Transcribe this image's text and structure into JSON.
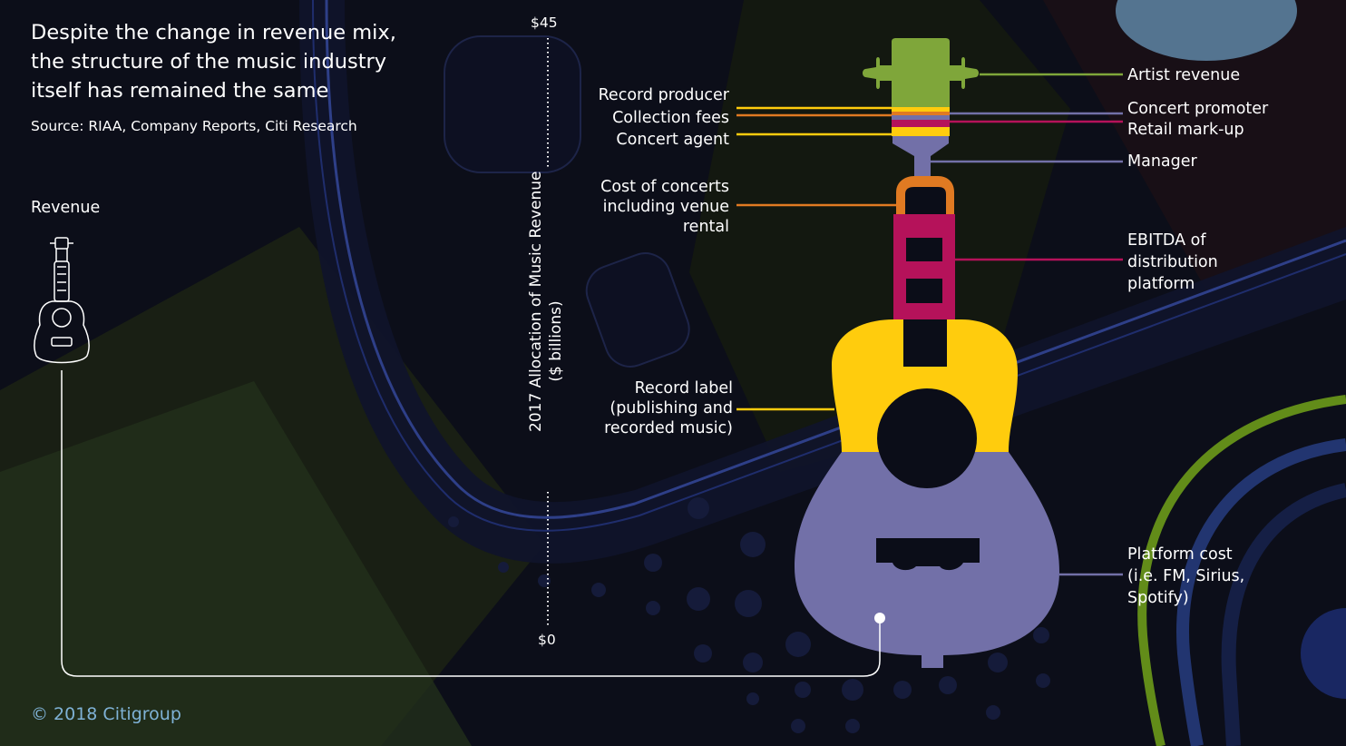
{
  "header": {
    "title_line1": "Despite the change in revenue mix,",
    "title_line2": "the structure of the music industry",
    "title_line3": "itself has remained the same",
    "source": "Source: RIAA, Company Reports, Citi Research"
  },
  "legend_label": "Revenue",
  "footer": {
    "copyright": "© 2018 Citigroup"
  },
  "chart_data": {
    "type": "guitar-stacked-breakdown",
    "ylabel_line1": "2017 Allocation of Music Revenue",
    "ylabel_line2": "($ billions)",
    "ylim": [
      0,
      45
    ],
    "ytick_top": "$45",
    "ytick_bottom": "$0",
    "segments_bottom_to_top": [
      {
        "name": "Platform cost",
        "label_lines": [
          "Platform cost",
          "(i.e. FM, Sirius,",
          "Spotify)"
        ],
        "color": "#7270a8",
        "side": "right"
      },
      {
        "name": "Record label",
        "label_lines": [
          "Record label",
          "(publishing and",
          "recorded music)"
        ],
        "color": "#ffcc0d",
        "side": "left"
      },
      {
        "name": "EBITDA of distribution platform",
        "label_lines": [
          "EBITDA of",
          "distribution",
          "platform"
        ],
        "color": "#b5125a",
        "side": "right"
      },
      {
        "name": "Cost of concerts including venue rental",
        "label_lines": [
          "Cost of concerts",
          "including venue",
          "rental"
        ],
        "color": "#e07a22",
        "side": "left"
      },
      {
        "name": "Manager",
        "label_lines": [
          "Manager"
        ],
        "color": "#7270a8",
        "side": "right"
      },
      {
        "name": "Concert agent",
        "label_lines": [
          "Concert agent"
        ],
        "color": "#ffcc0d",
        "side": "left"
      },
      {
        "name": "Retail mark-up",
        "label_lines": [
          "Retail mark-up"
        ],
        "color": "#b5125a",
        "side": "right"
      },
      {
        "name": "Concert promoter",
        "label_lines": [
          "Concert promoter"
        ],
        "color": "#7270a8",
        "side": "right"
      },
      {
        "name": "Collection fees",
        "label_lines": [
          "Collection fees"
        ],
        "color": "#e07a22",
        "side": "left"
      },
      {
        "name": "Record producer",
        "label_lines": [
          "Record producer"
        ],
        "color": "#ffcc0d",
        "side": "left"
      },
      {
        "name": "Artist revenue",
        "label_lines": [
          "Artist revenue"
        ],
        "color": "#7fa63a",
        "side": "right"
      }
    ]
  },
  "colors": {
    "background": "#0b0d18",
    "artist_green": "#7fa63a",
    "label_yellow": "#ffcc0d",
    "platform_purple": "#7270a8",
    "ebitda_magenta": "#b5125a",
    "concert_orange": "#e07a22",
    "copyright_blue": "#7fb2d6"
  },
  "icons": {
    "legend_icon": "guitar-outline-icon"
  }
}
